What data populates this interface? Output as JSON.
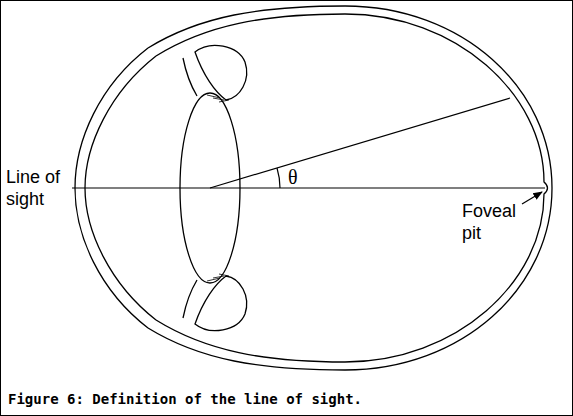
{
  "diagram": {
    "caption": "Figure 6: Definition of the line of sight.",
    "labels": [
      "Line of sight",
      "θ",
      "Foveal pit"
    ]
  }
}
